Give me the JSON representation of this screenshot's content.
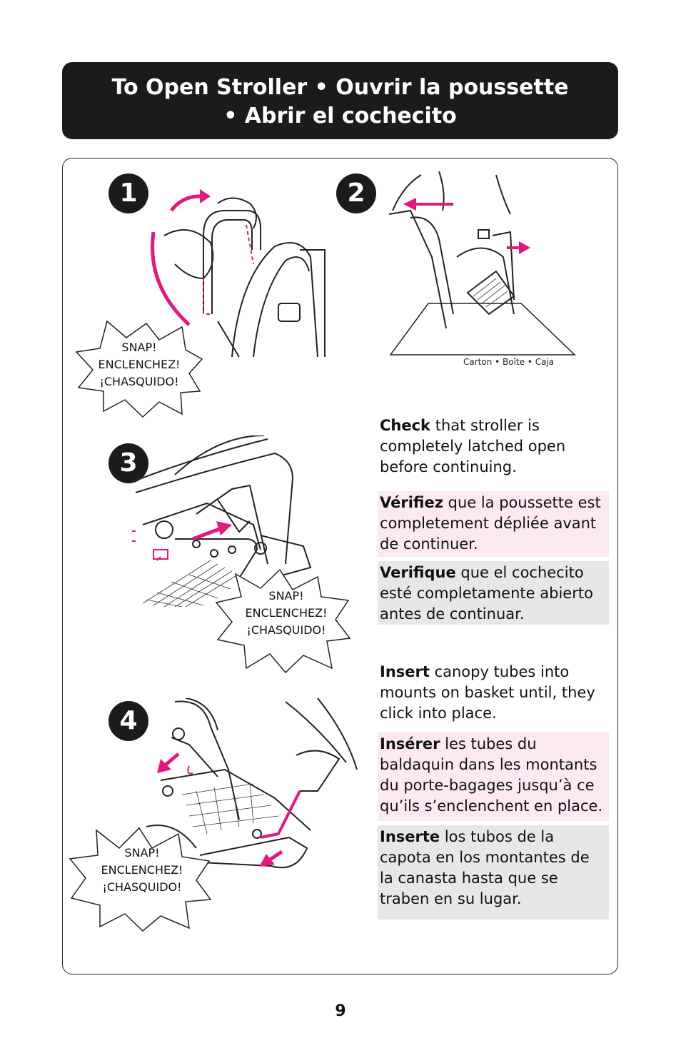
{
  "banner": {
    "line1": "To Open Stroller • Ouvrir la poussette",
    "line2": "• Abrir el cochecito"
  },
  "steps": [
    {
      "number": "1",
      "snap": [
        "SNAP!",
        "ENCLENCHEZ!",
        "¡CHASQUIDO!"
      ]
    },
    {
      "number": "2",
      "carton_caption": "Carton  •  Boîte  •  Caja"
    },
    {
      "number": "3",
      "snap": [
        "SNAP!",
        "ENCLENCHEZ!",
        "¡CHASQUIDO!"
      ]
    },
    {
      "number": "4",
      "snap": [
        "SNAP!",
        "ENCLENCHEZ!",
        "¡CHASQUIDO!"
      ]
    }
  ],
  "instructions": {
    "check_en": {
      "bold": "Check",
      "text": " that stroller is completely latched open before continuing."
    },
    "check_fr": {
      "bold": "Vérifiez",
      "text": " que la poussette est completement dépliée avant de continuer."
    },
    "check_es": {
      "bold": "Verifique",
      "text": " que el cochecito esté completamente abierto antes de continuar."
    },
    "insert_en": {
      "bold": "Insert",
      "text": " canopy tubes into mounts on basket until, they click into place."
    },
    "insert_fr": {
      "bold": "Insérer",
      "text": " les tubes du baldaquin dans les montants du porte-bagages jusqu’à ce qu’ils s’enclenchent en place."
    },
    "insert_es": {
      "bold": "Inserte",
      "text": " los tubos de la capota en los montantes de la canasta hasta que se traben en su lugar."
    }
  },
  "page_number": "9",
  "colors": {
    "accent": "#e6167f",
    "banner": "#1c1a1b",
    "pink_box": "#fce9f1",
    "grey_box": "#e7e7e7"
  }
}
